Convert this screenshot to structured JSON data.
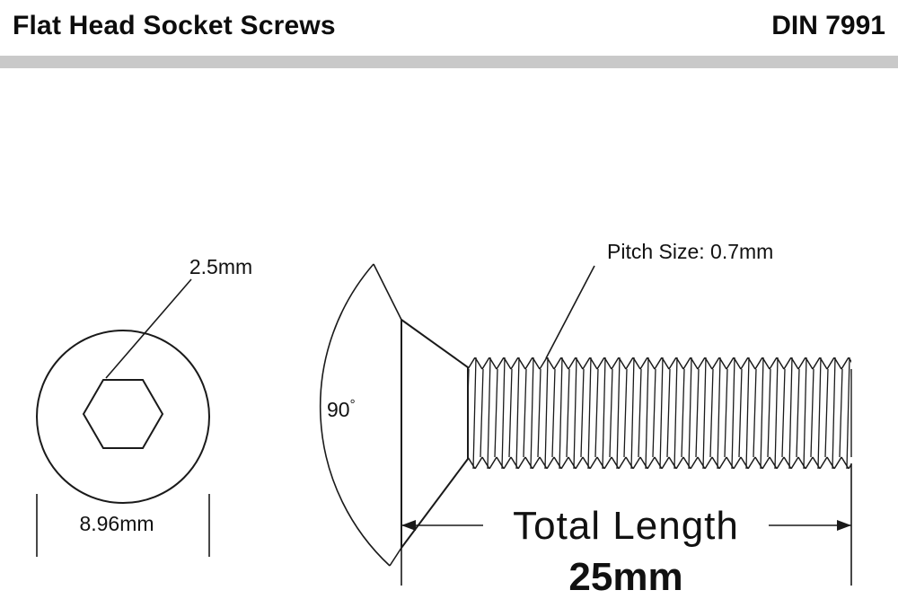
{
  "header": {
    "title": "Flat Head Socket Screws",
    "standard": "DIN 7991"
  },
  "top_view": {
    "socket_size_label": "2.5mm",
    "head_diameter_label": "8.96mm"
  },
  "side_view": {
    "pitch_label": "Pitch Size: 0.7mm",
    "angle_value": "90",
    "angle_unit": "°",
    "length_label": "Total Length",
    "length_value": "25mm"
  },
  "colors": {
    "line": "#1a1a1a",
    "divider": "#c9c9c9",
    "length_value_color": "#e8432c"
  }
}
